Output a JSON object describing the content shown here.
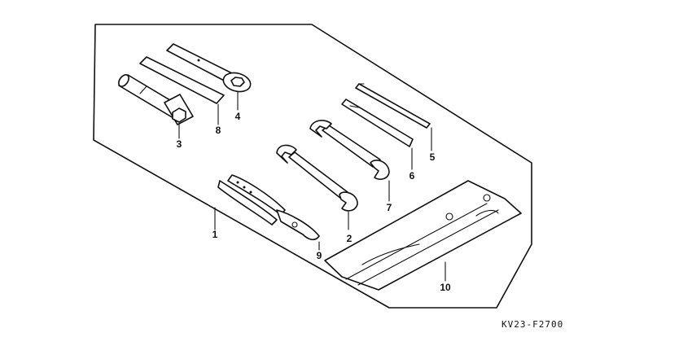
{
  "diagram": {
    "parts": [
      {
        "label": "1"
      },
      {
        "label": "2"
      },
      {
        "label": "3"
      },
      {
        "label": "4"
      },
      {
        "label": "5"
      },
      {
        "label": "6"
      },
      {
        "label": "7"
      },
      {
        "label": "8"
      },
      {
        "label": "9"
      },
      {
        "label": "10"
      }
    ],
    "figure_code": "KV23-F2700"
  }
}
